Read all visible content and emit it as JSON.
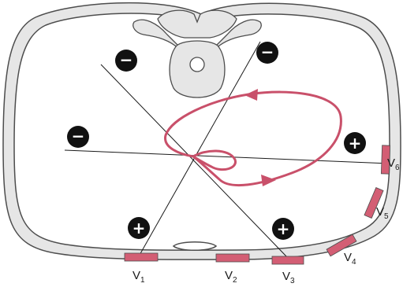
{
  "diagram": {
    "leads": [
      {
        "id": "v1",
        "letter": "V",
        "number": "1"
      },
      {
        "id": "v2",
        "letter": "V",
        "number": "2"
      },
      {
        "id": "v3",
        "letter": "V",
        "number": "3"
      },
      {
        "id": "v4",
        "letter": "V",
        "number": "4"
      },
      {
        "id": "v5",
        "letter": "V",
        "number": "5"
      },
      {
        "id": "v6",
        "letter": "V",
        "number": "6"
      }
    ],
    "polarity_markers": [
      {
        "id": "upper-left",
        "sign": "−",
        "polarity": "negative"
      },
      {
        "id": "upper-right",
        "sign": "−",
        "polarity": "negative"
      },
      {
        "id": "left",
        "sign": "−",
        "polarity": "negative"
      },
      {
        "id": "right",
        "sign": "+",
        "polarity": "positive"
      },
      {
        "id": "lower-left",
        "sign": "+",
        "polarity": "positive"
      },
      {
        "id": "lower-right",
        "sign": "+",
        "polarity": "positive"
      }
    ],
    "colors": {
      "body_wall": "#e6e6e6",
      "outline": "#4d4d4d",
      "vector_loop": "#c9506a",
      "electrode": "#d35e74",
      "marker": "#111111"
    }
  }
}
